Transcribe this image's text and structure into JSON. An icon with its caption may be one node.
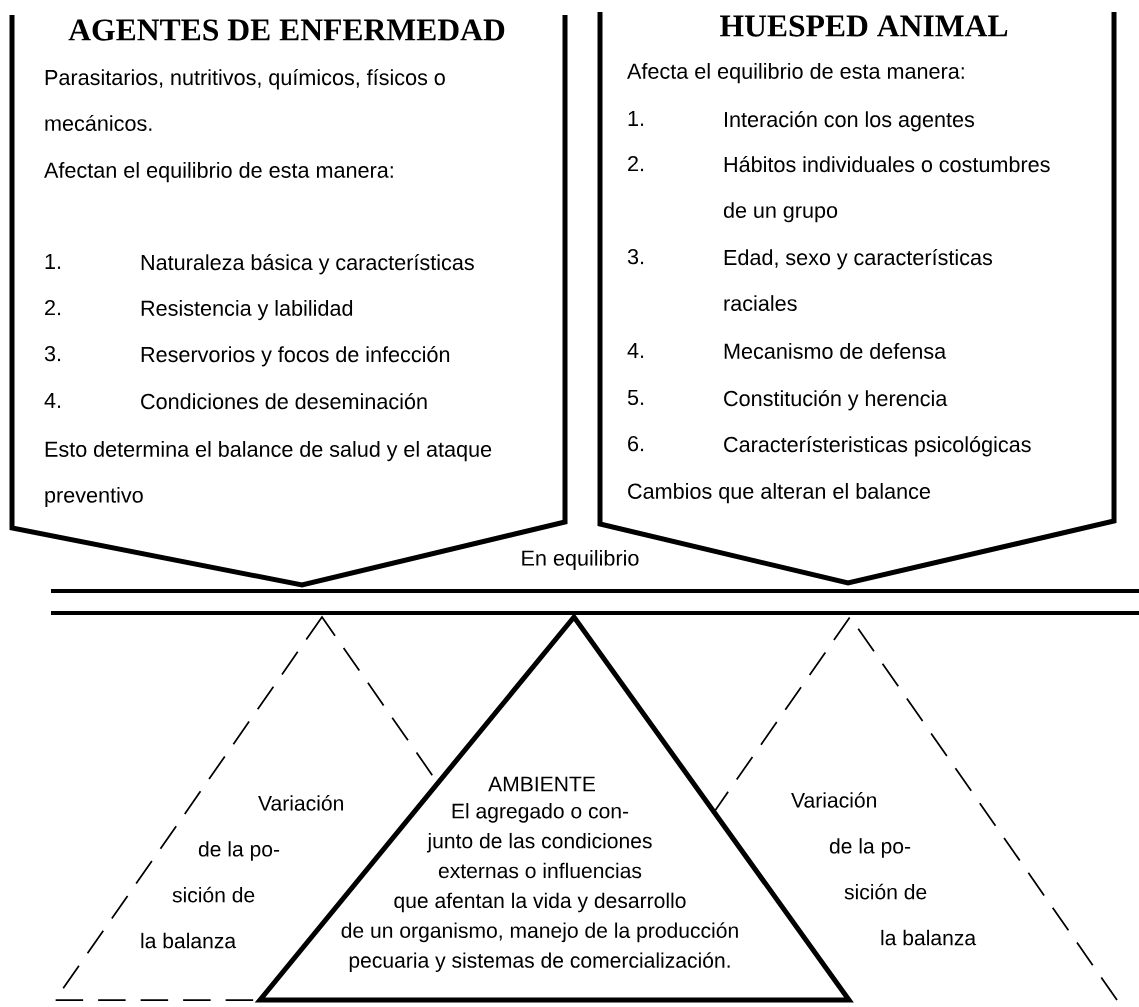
{
  "diagram": {
    "nodes": [
      {
        "text": [
          "AGENTES DE ENFERMEDAD",
          "Parasitarios, nutritivos, químicos, físicos o mecánicos.",
          "Afectan el equilibrio de esta manera:",
          "1.",
          "Naturaleza básica y características",
          "2.",
          "Resistencia y labilidad",
          "3.",
          "Reservorios y focos de infección",
          "4.",
          "Condiciones de deseminación",
          "Esto determina el balance de salud y el ataque preventivo"
        ]
      },
      {
        "text": [
          "HUESPED ANIMAL",
          "Afecta el equilibrio de esta manera:",
          "1.",
          "Interación con los agentes",
          "2.",
          "Hábitos individuales o costumbres de un grupo",
          "3.",
          "Edad, sexo y características raciales",
          "4.",
          "Mecanismo de defensa",
          "5.",
          "Constitución y herencia",
          "6.",
          "Característeristicas psicológicas",
          "Cambios que alteran el balance"
        ]
      },
      {
        "text": [
          "En equilibrio"
        ]
      },
      {
        "text": [
          "Variación de la po- sición de la balanza"
        ]
      },
      {
        "text": [
          "AMBIENTE",
          "El agregado o con- junto de las condiciones externas o influencias que afentan la vida y desarrollo de un organismo, manejo de la producción pecuaria y sistemas de comercialización."
        ]
      },
      {
        "text": [
          "Variación de la po- sición de la balanza"
        ]
      }
    ]
  }
}
